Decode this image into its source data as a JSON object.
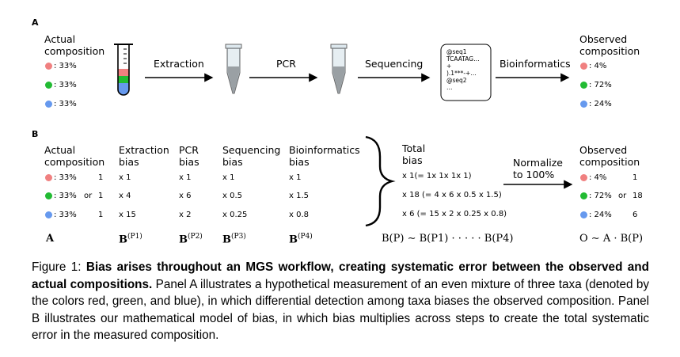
{
  "panel_a": {
    "label": "A",
    "actual_title": [
      "Actual",
      "composition"
    ],
    "actual_values": [
      ": 33%",
      ": 33%",
      ": 33%"
    ],
    "steps": [
      "Extraction",
      "PCR",
      "Sequencing",
      "Bioinformatics"
    ],
    "reads": [
      "@seq1",
      "TCAATAG…",
      "+",
      ").1***-+…",
      "@seq2",
      "…"
    ],
    "observed_title": [
      "Observed",
      "composition"
    ],
    "observed_values": [
      ": 4%",
      ": 72%",
      ": 24%"
    ]
  },
  "panel_b": {
    "label": "B",
    "actual_title": [
      "Actual",
      "composition"
    ],
    "actual_values": [
      ": 33%",
      ": 33%",
      ": 33%"
    ],
    "or_label": "or",
    "relative": [
      "1",
      "1",
      "1"
    ],
    "columns": [
      {
        "title": [
          "Extraction",
          "bias"
        ],
        "values": [
          "x 1",
          "x 4",
          "x 15"
        ],
        "math": "B",
        "sup": "(P1)"
      },
      {
        "title": [
          "PCR",
          "bias"
        ],
        "values": [
          "x 1",
          "x 6",
          "x 2"
        ],
        "math": "B",
        "sup": "(P2)"
      },
      {
        "title": [
          "Sequencing",
          "bias"
        ],
        "values": [
          "x 1",
          "x 0.5",
          "x 0.25"
        ],
        "math": "B",
        "sup": "(P3)"
      },
      {
        "title": [
          "Bioinformatics",
          "bias"
        ],
        "values": [
          "x 1",
          "x 1.5",
          "x 0.8"
        ],
        "math": "B",
        "sup": "(P4)"
      }
    ],
    "total_title": [
      "Total",
      "bias"
    ],
    "total_values": [
      "x 1(= 1x 1x 1x 1)",
      "x 18 (= 4 x 6 x 0.5 x 1.5)",
      "x 6 (= 15 x 2 x 0.25 x 0.8)"
    ],
    "normalize": [
      "Normalize",
      "to 100%"
    ],
    "observed_title": [
      "Observed",
      "composition"
    ],
    "observed_values": [
      ": 4%",
      ": 72%",
      ": 24%"
    ],
    "observed_or": "or",
    "observed_relative": [
      "1",
      "18",
      "6"
    ],
    "math_a": "A",
    "math_total": "B(P) ∼ B(P1) · · · · · B(P4)",
    "math_obs": "O ∼ A · B(P)"
  },
  "caption": {
    "prefix": "Figure 1:",
    "bold": "Bias arises throughout an MGS workflow, creating systematic error between the observed and actual compositions.",
    "body": "Panel A illustrates a hypothetical measurement of an even mixture of three taxa (denoted by the colors red, green, and blue), in which differential detection among taxa biases the observed composition. Panel B illustrates our mathematical model of bias, in which bias multiplies across steps to create the total systematic error in the measured composition."
  },
  "colors": {
    "red": "#f08080",
    "green": "#22bb33",
    "blue": "#6699ee"
  }
}
